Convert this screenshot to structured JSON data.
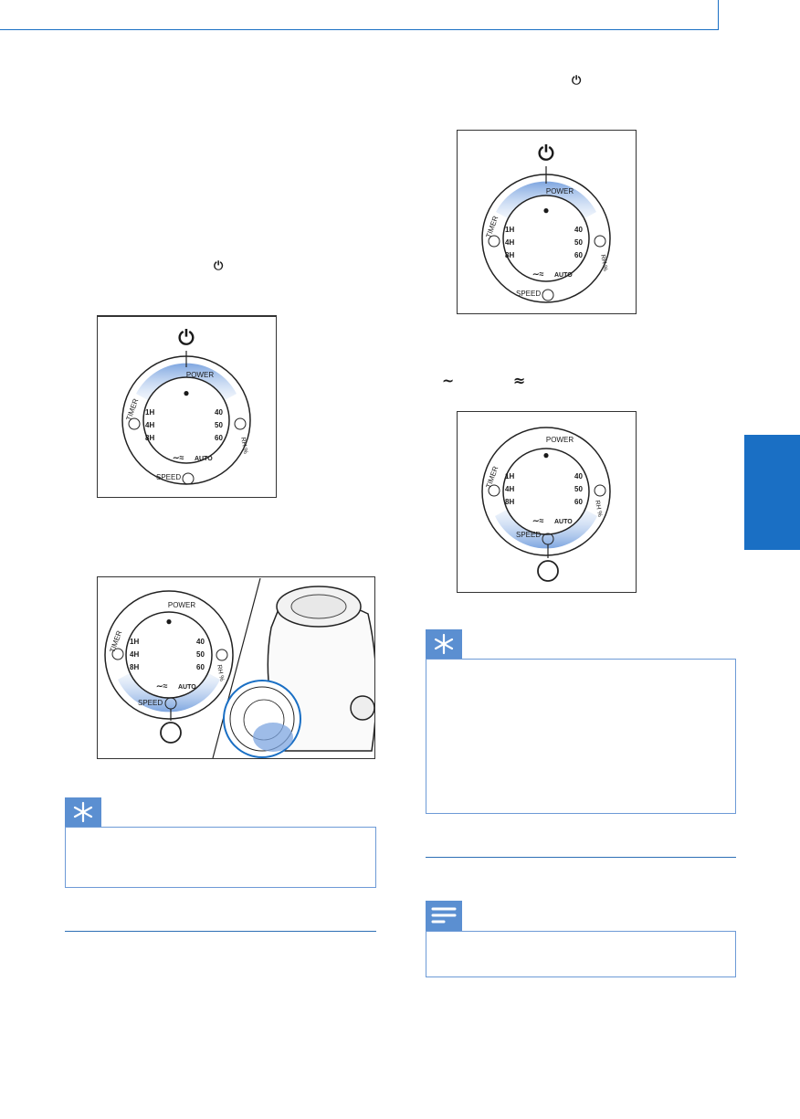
{
  "symbols": {
    "power": "⏻",
    "mode_low": "∼",
    "mode_high": "≈"
  },
  "dial": {
    "power_label": "POWER",
    "timer_label": "TIMER",
    "timer_1": "1H",
    "timer_2": "4H",
    "timer_3": "8H",
    "rh_1": "40",
    "rh_2": "50",
    "rh_3": "60",
    "rh_label": "RH %",
    "auto_label": "AUTO",
    "speed_label": "SPEED"
  },
  "colors": {
    "accent": "#1a6fc4",
    "highlight": "#8fb3e6",
    "callout": "#5b8fd1"
  },
  "icons": {
    "tip": "asterisk-icon",
    "note": "note-lines-icon"
  }
}
